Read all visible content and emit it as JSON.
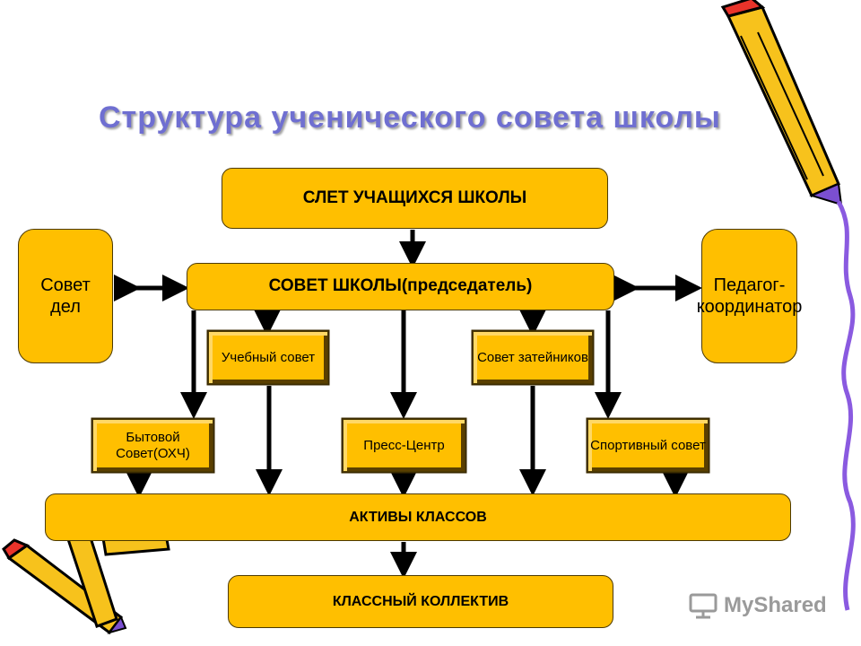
{
  "title": "Структура ученического совета школы",
  "boxes": {
    "slet": "СЛЕТ УЧАЩИХСЯ ШКОЛЫ",
    "sovet_shkoly": "СОВЕТ ШКОЛЫ(председатель)",
    "sovet_del": "Совет дел",
    "pedagog": "Педагог-координатор",
    "uchebny": "Учебный совет",
    "zateynikov": "Совет затейников",
    "bytovoy": "Бытовой Совет(ОХЧ)",
    "press": "Пресс-Центр",
    "sport": "Спортивный совет",
    "aktivy": "АКТИВЫ КЛАССОВ",
    "kollektiv": "КЛАССНЫЙ КОЛЛЕКТИВ"
  },
  "watermark": "MyShared",
  "colors": {
    "box_fill": "#ffbf00",
    "title": "#6f6fd1",
    "arrow": "#000000"
  }
}
